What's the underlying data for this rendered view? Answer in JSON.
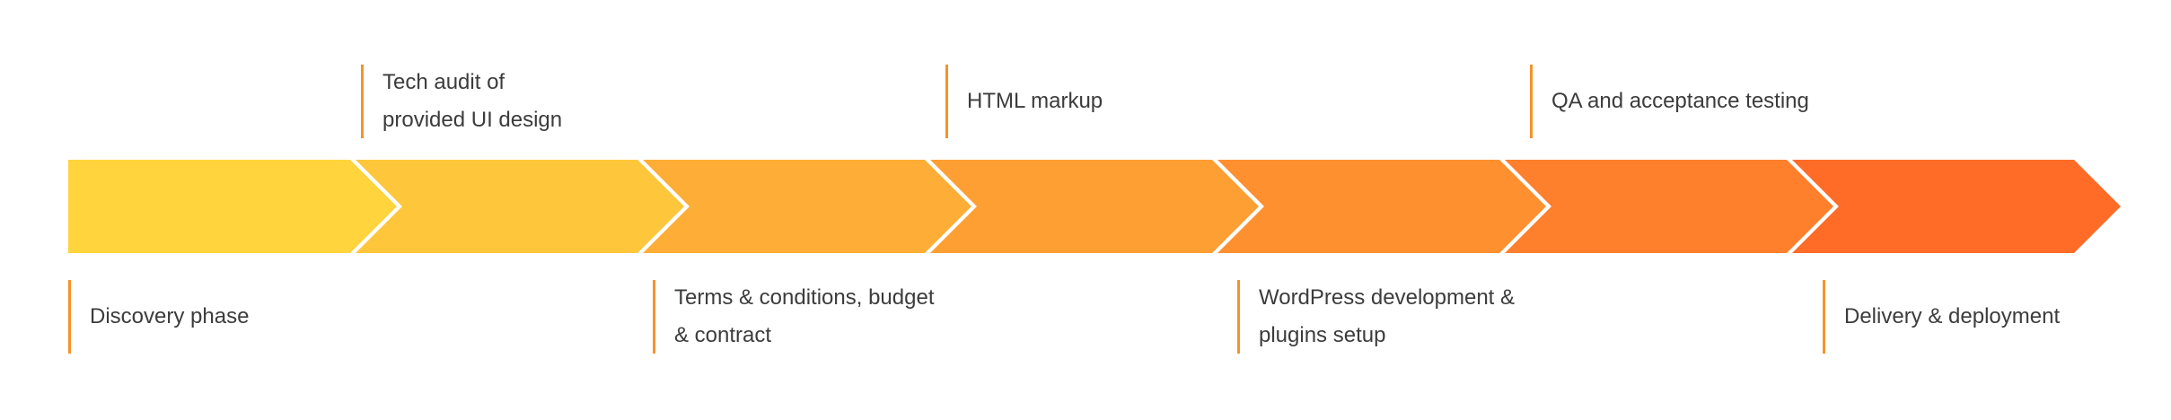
{
  "steps": [
    {
      "lines": [
        "Discovery phase"
      ],
      "color": "#ffd43c",
      "side": "bottom"
    },
    {
      "lines": [
        "Tech audit of",
        "provided UI design"
      ],
      "color": "#fec63a",
      "side": "top"
    },
    {
      "lines": [
        "Terms & conditions, budget",
        "& contract"
      ],
      "color": "#feae36",
      "side": "bottom"
    },
    {
      "lines": [
        "HTML markup"
      ],
      "color": "#fe9f33",
      "side": "top"
    },
    {
      "lines": [
        "WordPress development &",
        "plugins setup"
      ],
      "color": "#fe9030",
      "side": "bottom"
    },
    {
      "lines": [
        "QA and acceptance testing"
      ],
      "color": "#fe7f2c",
      "side": "top"
    },
    {
      "lines": [
        "Delivery & deployment"
      ],
      "color": "#fe6c28",
      "side": "bottom"
    }
  ],
  "accent_color": "#f7922a"
}
